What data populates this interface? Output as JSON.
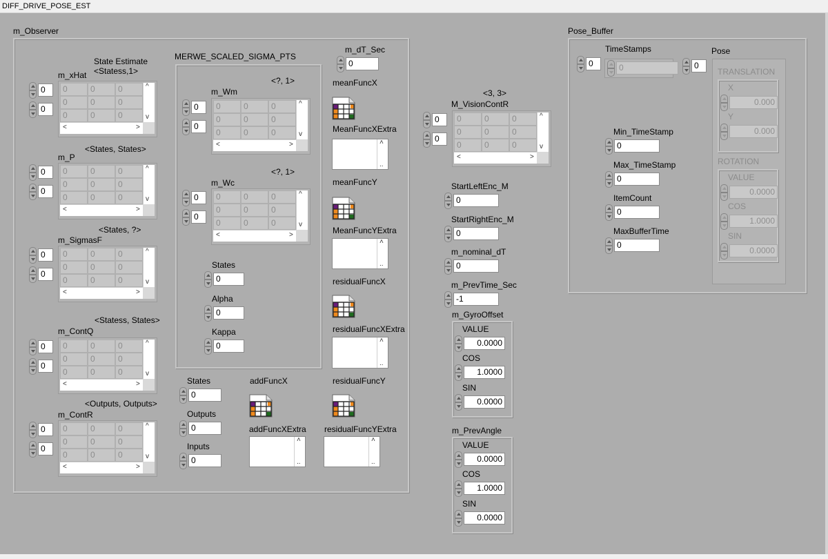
{
  "window": {
    "title": "DIFF_DRIVE_POSE_EST"
  },
  "observer": {
    "label": "m_Observer",
    "xhat": {
      "type_label": "State Estimate\n<Statess,1>",
      "name": "m_xHat",
      "index0": "0",
      "index1": "0",
      "cells": [
        [
          "0",
          "0",
          "0"
        ],
        [
          "0",
          "0",
          "0"
        ],
        [
          "0",
          "0",
          "0"
        ]
      ]
    },
    "p": {
      "type_label": "<States, States>",
      "name": "m_P",
      "index0": "0",
      "index1": "0",
      "cells": [
        [
          "0",
          "0",
          "0"
        ],
        [
          "0",
          "0",
          "0"
        ],
        [
          "0",
          "0",
          "0"
        ]
      ]
    },
    "sigmasf": {
      "type_label": "<States, ?>",
      "name": "m_SigmasF",
      "index0": "0",
      "index1": "0",
      "cells": [
        [
          "0",
          "0",
          "0"
        ],
        [
          "0",
          "0",
          "0"
        ],
        [
          "0",
          "0",
          "0"
        ]
      ]
    },
    "contq": {
      "type_label": "<Statess,  States>",
      "name": "m_ContQ",
      "index0": "0",
      "index1": "0",
      "cells": [
        [
          "0",
          "0",
          "0"
        ],
        [
          "0",
          "0",
          "0"
        ],
        [
          "0",
          "0",
          "0"
        ]
      ]
    },
    "contr": {
      "type_label": "<Outputs, Outputs>",
      "name": "m_ContR",
      "index0": "0",
      "index1": "0",
      "cells": [
        [
          "0",
          "0",
          "0"
        ],
        [
          "0",
          "0",
          "0"
        ],
        [
          "0",
          "0",
          "0"
        ]
      ]
    },
    "sigma_pts": {
      "label": "MERWE_SCALED_SIGMA_PTS",
      "wm": {
        "type_label": "<?, 1>",
        "name": "m_Wm",
        "index0": "0",
        "index1": "0",
        "cells": [
          [
            "0",
            "0",
            "0"
          ],
          [
            "0",
            "0",
            "0"
          ],
          [
            "0",
            "0",
            "0"
          ]
        ]
      },
      "wc": {
        "type_label": "<?, 1>",
        "name": "m_Wc",
        "index0": "0",
        "index1": "0",
        "cells": [
          [
            "0",
            "0",
            "0"
          ],
          [
            "0",
            "0",
            "0"
          ],
          [
            "0",
            "0",
            "0"
          ]
        ]
      },
      "states": {
        "label": "States",
        "value": "0"
      },
      "alpha": {
        "label": "Alpha",
        "value": "0"
      },
      "kappa": {
        "label": "Kappa",
        "value": "0"
      }
    },
    "states": {
      "label": "States",
      "value": "0"
    },
    "outputs": {
      "label": "Outputs",
      "value": "0"
    },
    "inputs": {
      "label": "Inputs",
      "value": "0"
    },
    "dt_sec": {
      "label": "m_dT_Sec",
      "value": "0"
    },
    "funcs": {
      "meanFuncX": "meanFuncX",
      "meanFuncXExtra": "MeanFuncXExtra",
      "meanFuncY": "meanFuncY",
      "meanFuncYExtra": "MeanFuncYExtra",
      "residualFuncX": "residualFuncX",
      "residualFuncXExtra": "residualFuncXExtra",
      "residualFuncY": "residualFuncY",
      "residualFuncYExtra": "residualFuncYExtra",
      "addFuncX": "addFuncX",
      "addFuncXExtra": "addFuncXExtra"
    }
  },
  "vision_contr": {
    "type_label": "<3, 3>",
    "name": "M_VisionContR",
    "index0": "0",
    "index1": "0",
    "cells": [
      [
        "0",
        "0",
        "0"
      ],
      [
        "0",
        "0",
        "0"
      ],
      [
        "0",
        "0",
        "0"
      ]
    ]
  },
  "encoders": {
    "start_left": {
      "label": "StartLeftEnc_M",
      "value": "0"
    },
    "start_right": {
      "label": "StartRightEnc_M",
      "value": "0"
    },
    "nominal_dt": {
      "label": "m_nominal_dT",
      "value": "0"
    },
    "prev_time": {
      "label": "m_PrevTime_Sec",
      "value": "-1"
    }
  },
  "gyro_offset": {
    "label": "m_GyroOffset",
    "value_label": "VALUE",
    "value": "0.0000",
    "cos_label": "COS",
    "cos": "1.0000",
    "sin_label": "SIN",
    "sin": "0.0000"
  },
  "prev_angle": {
    "label": "m_PrevAngle",
    "value_label": "VALUE",
    "value": "0.0000",
    "cos_label": "COS",
    "cos": "1.0000",
    "sin_label": "SIN",
    "sin": "0.0000"
  },
  "pose_buffer": {
    "label": "Pose_Buffer",
    "timestamps": {
      "label": "TimeStamps",
      "index": "0",
      "value": "0"
    },
    "pose": {
      "label": "Pose",
      "index": "0",
      "translation": {
        "label": "TRANSLATION",
        "x_label": "X",
        "x": "0.000",
        "y_label": "Y",
        "y": "0.000"
      },
      "rotation": {
        "label": "ROTATION",
        "value_label": "VALUE",
        "value": "0.0000",
        "cos_label": "COS",
        "cos": "1.0000",
        "sin_label": "SIN",
        "sin": "0.0000"
      }
    },
    "min_ts": {
      "label": "Min_TimeStamp",
      "value": "0"
    },
    "max_ts": {
      "label": "Max_TimeStamp",
      "value": "0"
    },
    "item_count": {
      "label": "ItemCount",
      "value": "0"
    },
    "max_buffer_time": {
      "label": "MaxBufferTime",
      "value": "0"
    }
  },
  "colors": {
    "panel": "#adadad",
    "frame_light": "#c6c6c6",
    "frame_dark": "#8c8c8c",
    "refnum_purple": "#6a1b7a",
    "refnum_orange": "#f08a1c",
    "refnum_green": "#1e6b1e"
  }
}
